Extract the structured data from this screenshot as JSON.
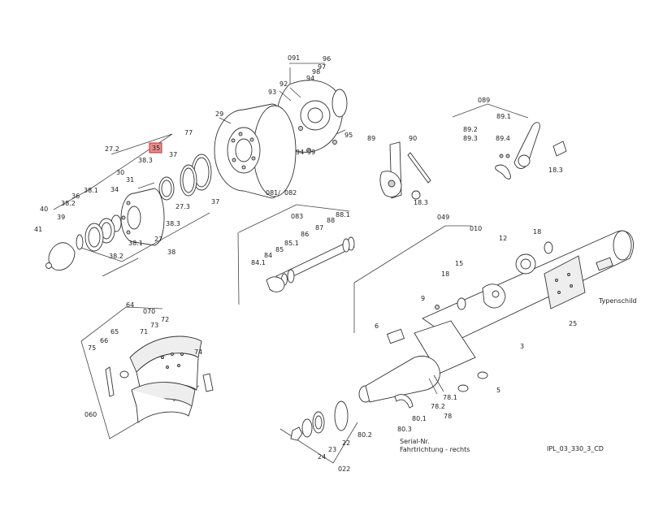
{
  "drawing_id": "IPL_03_330_3_CD",
  "notes": {
    "serial": "Serial-Nr.",
    "direction": "Fahrtrichtung - rechts",
    "typeplate": "Typenschild"
  },
  "highlighted_part": "35",
  "labels": {
    "091": "091",
    "96": "96",
    "97": "97",
    "98": "98",
    "94a": "94",
    "92": "92",
    "93": "93",
    "95": "95",
    "94b": "94",
    "99": "99",
    "29": "29",
    "77": "77",
    "35": "35",
    "37a": "37",
    "27_2": "27.2",
    "38_3a": "38.3",
    "30": "30",
    "31": "31",
    "34": "34",
    "27_3": "27.3",
    "38_3b": "38.3",
    "37b": "37",
    "38_1a": "38.1",
    "36": "36",
    "38_2a": "38.2",
    "40": "40",
    "39": "39",
    "41": "41",
    "38_2b": "38.2",
    "38_1b": "38.1",
    "27": "27",
    "38": "38",
    "089": "089",
    "89_1": "89.1",
    "89_2": "89.2",
    "89_3": "89.3",
    "89_4": "89.4",
    "18_3a": "18.3",
    "89": "89",
    "90": "90",
    "18_3b": "18.3",
    "081": "081/",
    "082": "082",
    "083": "083",
    "88_1": "88.1",
    "88": "88",
    "87": "87",
    "86": "86",
    "85_1": "85.1",
    "85": "85",
    "84": "84",
    "84_1": "84.1",
    "049": "049",
    "010": "010",
    "12": "12",
    "18a": "18",
    "15": "15",
    "18b": "18",
    "9": "9",
    "6": "6",
    "3": "3",
    "25": "25",
    "5": "5",
    "78_1": "78.1",
    "78_2": "78.2",
    "78": "78",
    "80_1": "80.1",
    "80_3": "80.3",
    "80_2": "80.2",
    "22": "22",
    "23": "23",
    "24": "24",
    "022": "022",
    "64": "64",
    "070": "070",
    "72": "72",
    "73": "73",
    "71": "71",
    "65": "65",
    "66": "66",
    "75": "75",
    "74": "74",
    "060": "060"
  }
}
